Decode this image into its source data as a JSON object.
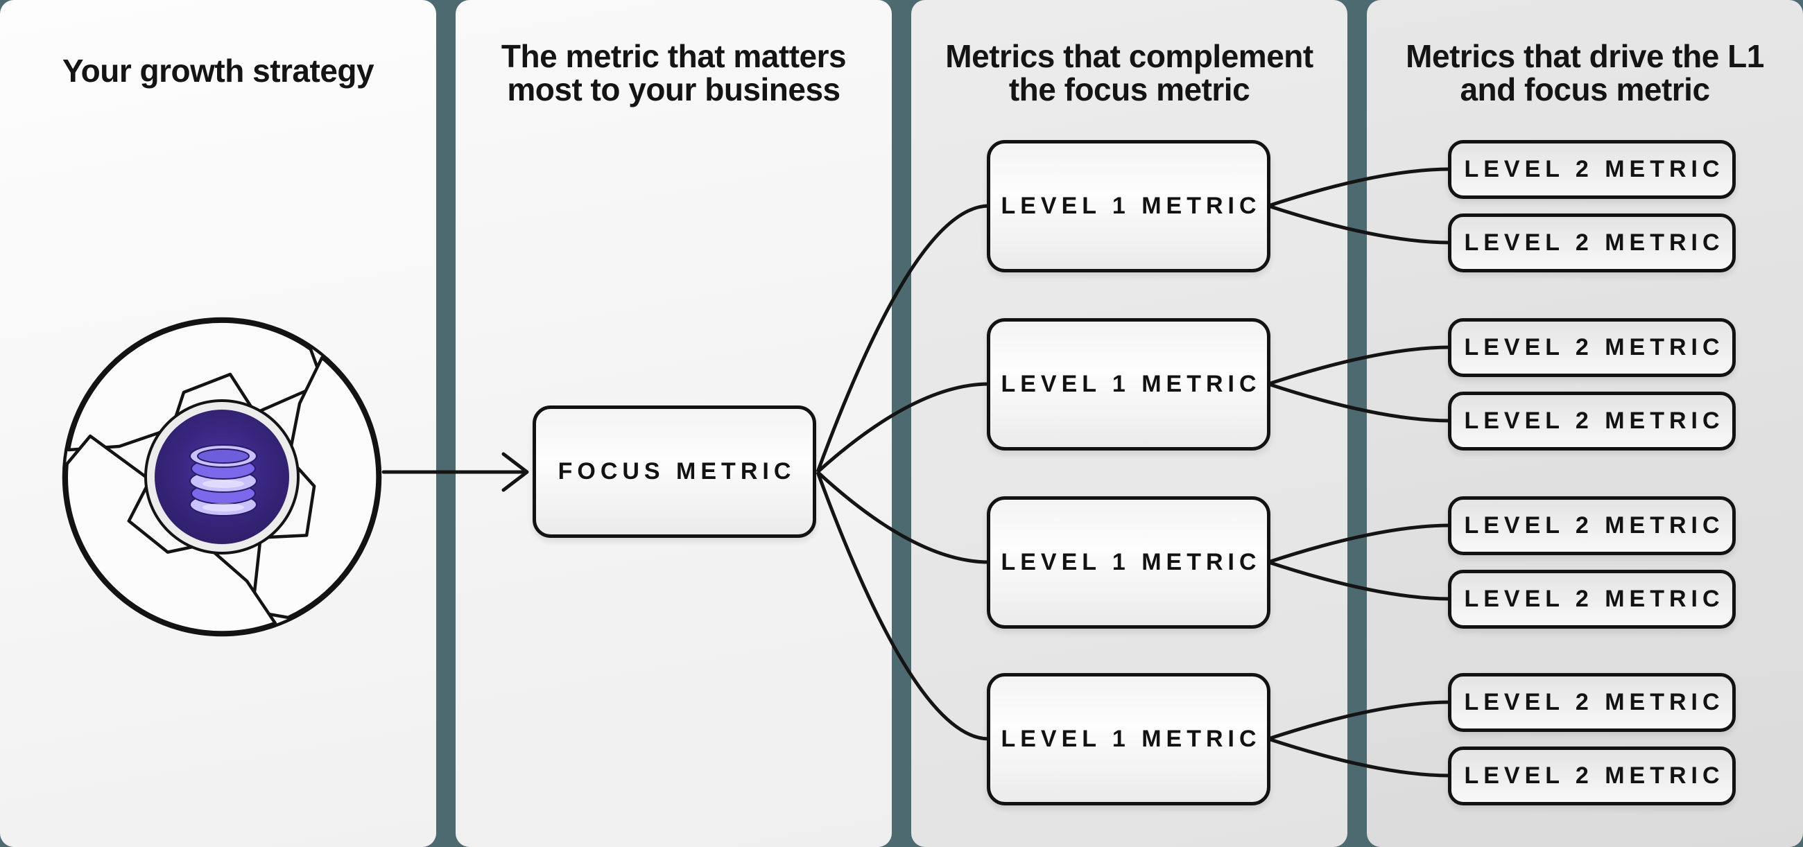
{
  "colors": {
    "bg": "#4e6a71",
    "ink": "#141414",
    "coreGlow": "#47329b",
    "coreDark": "#281a58",
    "dbLight": "#c9c0fe",
    "dbMid": "#7b68ea"
  },
  "columns": [
    {
      "title": "Your growth strategy"
    },
    {
      "title": "The metric that matters\nmost to your business",
      "focus_metric": "FOCUS METRIC"
    },
    {
      "title": "Metrics that complement\nthe focus metric",
      "level1": [
        "LEVEL 1 METRIC",
        "LEVEL 1 METRIC",
        "LEVEL 1 METRIC",
        "LEVEL 1 METRIC"
      ]
    },
    {
      "title": "Metrics that drive the L1\nand focus metric",
      "level2": [
        "LEVEL 2 METRIC",
        "LEVEL 2 METRIC",
        "LEVEL 2 METRIC",
        "LEVEL 2 METRIC",
        "LEVEL 2 METRIC",
        "LEVEL 2 METRIC",
        "LEVEL 2 METRIC",
        "LEVEL 2 METRIC"
      ]
    }
  ],
  "icons": {
    "strategy": "growth-loop-database-icon",
    "arrow": "right-arrow-icon"
  }
}
